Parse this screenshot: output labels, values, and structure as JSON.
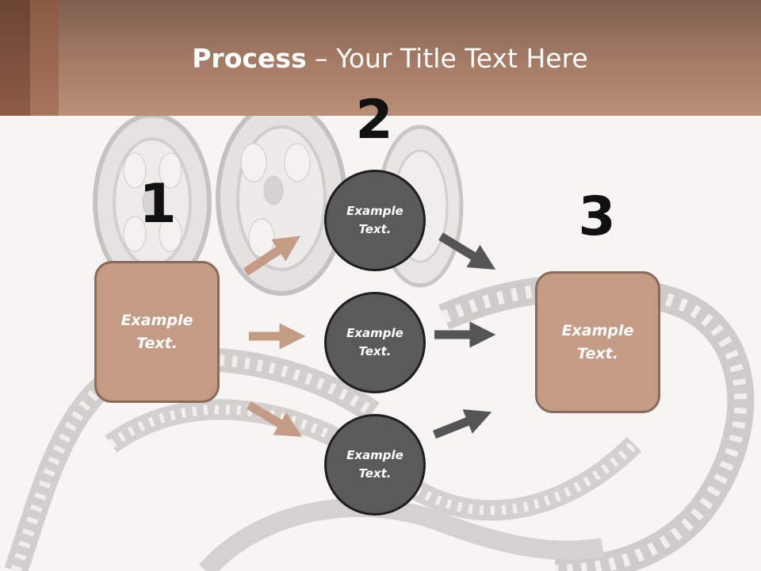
{
  "header": {
    "title_bold": "Process",
    "title_rest": " – Your Title Text Here"
  },
  "steps": {
    "one": "1",
    "two": "2",
    "three": "3"
  },
  "boxes": {
    "left": "Example\nText.",
    "right": "Example\nText."
  },
  "circles": {
    "top": "Example\nText.",
    "middle": "Example\nText.",
    "bottom": "Example\nText."
  },
  "colors": {
    "header": "#a67c66",
    "box_fill": "#c49b84",
    "circle_fill": "#5a5a5a",
    "arrow_in": "#c49b84",
    "arrow_out": "#555555"
  }
}
